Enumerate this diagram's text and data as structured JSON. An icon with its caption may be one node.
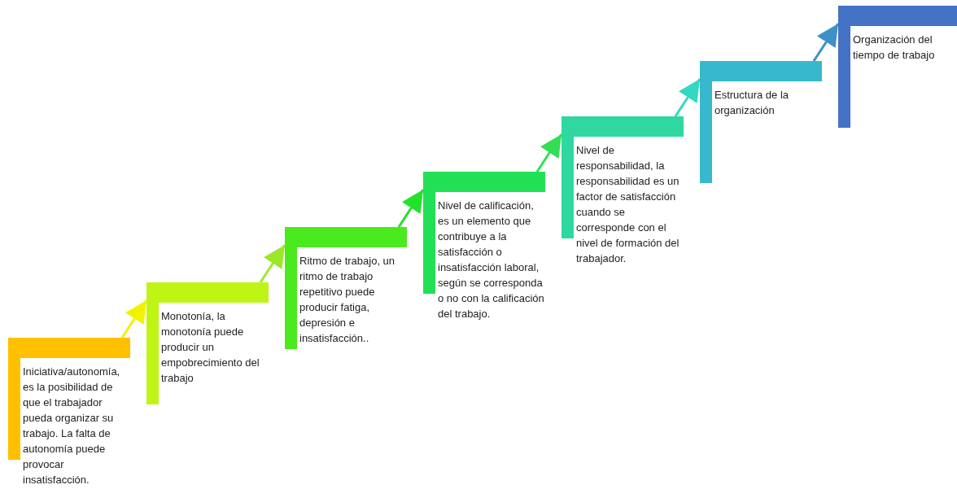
{
  "diagram": {
    "nodes": [
      {
        "text": [
          "Iniciativa/autonomía, es la posibilidad de que el trabajador pueda organizar su trabajo. La falta de autonomía puede provocar insatisfacción."
        ]
      },
      {
        "text": [
          "Monotonía, la monotonía puede producir un empobrecimiento del trabajo"
        ]
      },
      {
        "text": [
          "Ritmo de trabajo, un ritmo de trabajo repetitivo puede producir fatiga, depresión e insatisfacción.."
        ]
      },
      {
        "text": [
          "Nivel de calificación, es un elemento que contribuye a la satisfacción o insatisfacción laboral, según se corresponda o no con la calificación del trabajo."
        ]
      },
      {
        "text": [
          "Nivel de responsabilidad, la responsabilidad es un factor de satisfacción cuando se corresponde con el nivel de formación del trabajador."
        ]
      },
      {
        "text": [
          "Estructura de la organización"
        ]
      },
      {
        "text": [
          "Organización del tiempo de trabajo"
        ]
      }
    ],
    "edges": [
      {
        "from": 0,
        "to": 1,
        "arrow": "to",
        "color": "#f2f200"
      },
      {
        "from": 1,
        "to": 2,
        "arrow": "to",
        "color": "#9be82a"
      },
      {
        "from": 2,
        "to": 3,
        "arrow": "to",
        "color": "#22e22a"
      },
      {
        "from": 3,
        "to": 4,
        "arrow": "to",
        "color": "#33dd55"
      },
      {
        "from": 4,
        "to": 5,
        "arrow": "to",
        "color": "#33d8c0"
      },
      {
        "from": 5,
        "to": 6,
        "arrow": "to",
        "color": "#3e90c8"
      }
    ]
  }
}
